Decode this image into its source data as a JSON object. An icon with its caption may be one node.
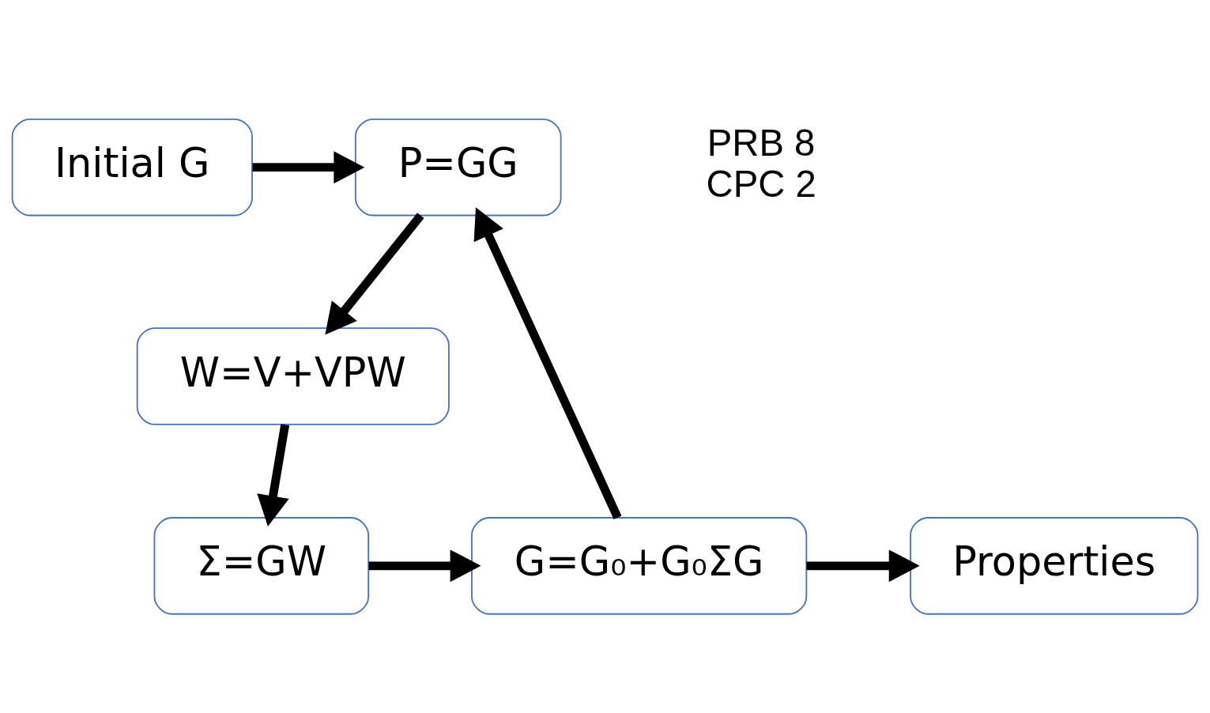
{
  "diagram": {
    "nodes": [
      {
        "text": [
          "Initial G"
        ]
      },
      {
        "text": [
          "P=GG"
        ]
      },
      {
        "text": [
          "W=V+VPW"
        ]
      },
      {
        "text": [
          "Σ=GW"
        ]
      },
      {
        "text": [
          "G=G₀+G₀ΣG"
        ]
      },
      {
        "text": [
          "Properties"
        ]
      }
    ],
    "edges": [
      {
        "from": 0,
        "to": 1,
        "arrow": "to"
      },
      {
        "from": 1,
        "to": 2,
        "arrow": "to"
      },
      {
        "from": 2,
        "to": 3,
        "arrow": "to"
      },
      {
        "from": 3,
        "to": 4,
        "arrow": "to"
      },
      {
        "from": 4,
        "to": 1,
        "arrow": "to"
      },
      {
        "from": 4,
        "to": 5,
        "arrow": "to"
      }
    ],
    "labels": [
      "PRB 8",
      "CPC 2"
    ]
  }
}
